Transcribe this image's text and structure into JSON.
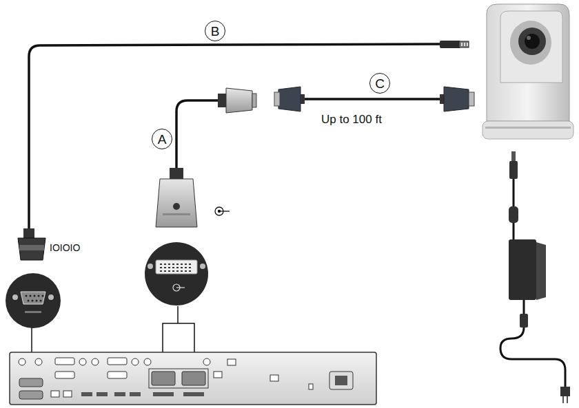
{
  "diagram": {
    "nodes": [
      {
        "text": [
          "B"
        ]
      },
      {
        "text": [
          "A"
        ]
      },
      {
        "text": [
          "C"
        ]
      }
    ],
    "labels": [
      "Up to 100 ft",
      "IOIOIO"
    ]
  }
}
